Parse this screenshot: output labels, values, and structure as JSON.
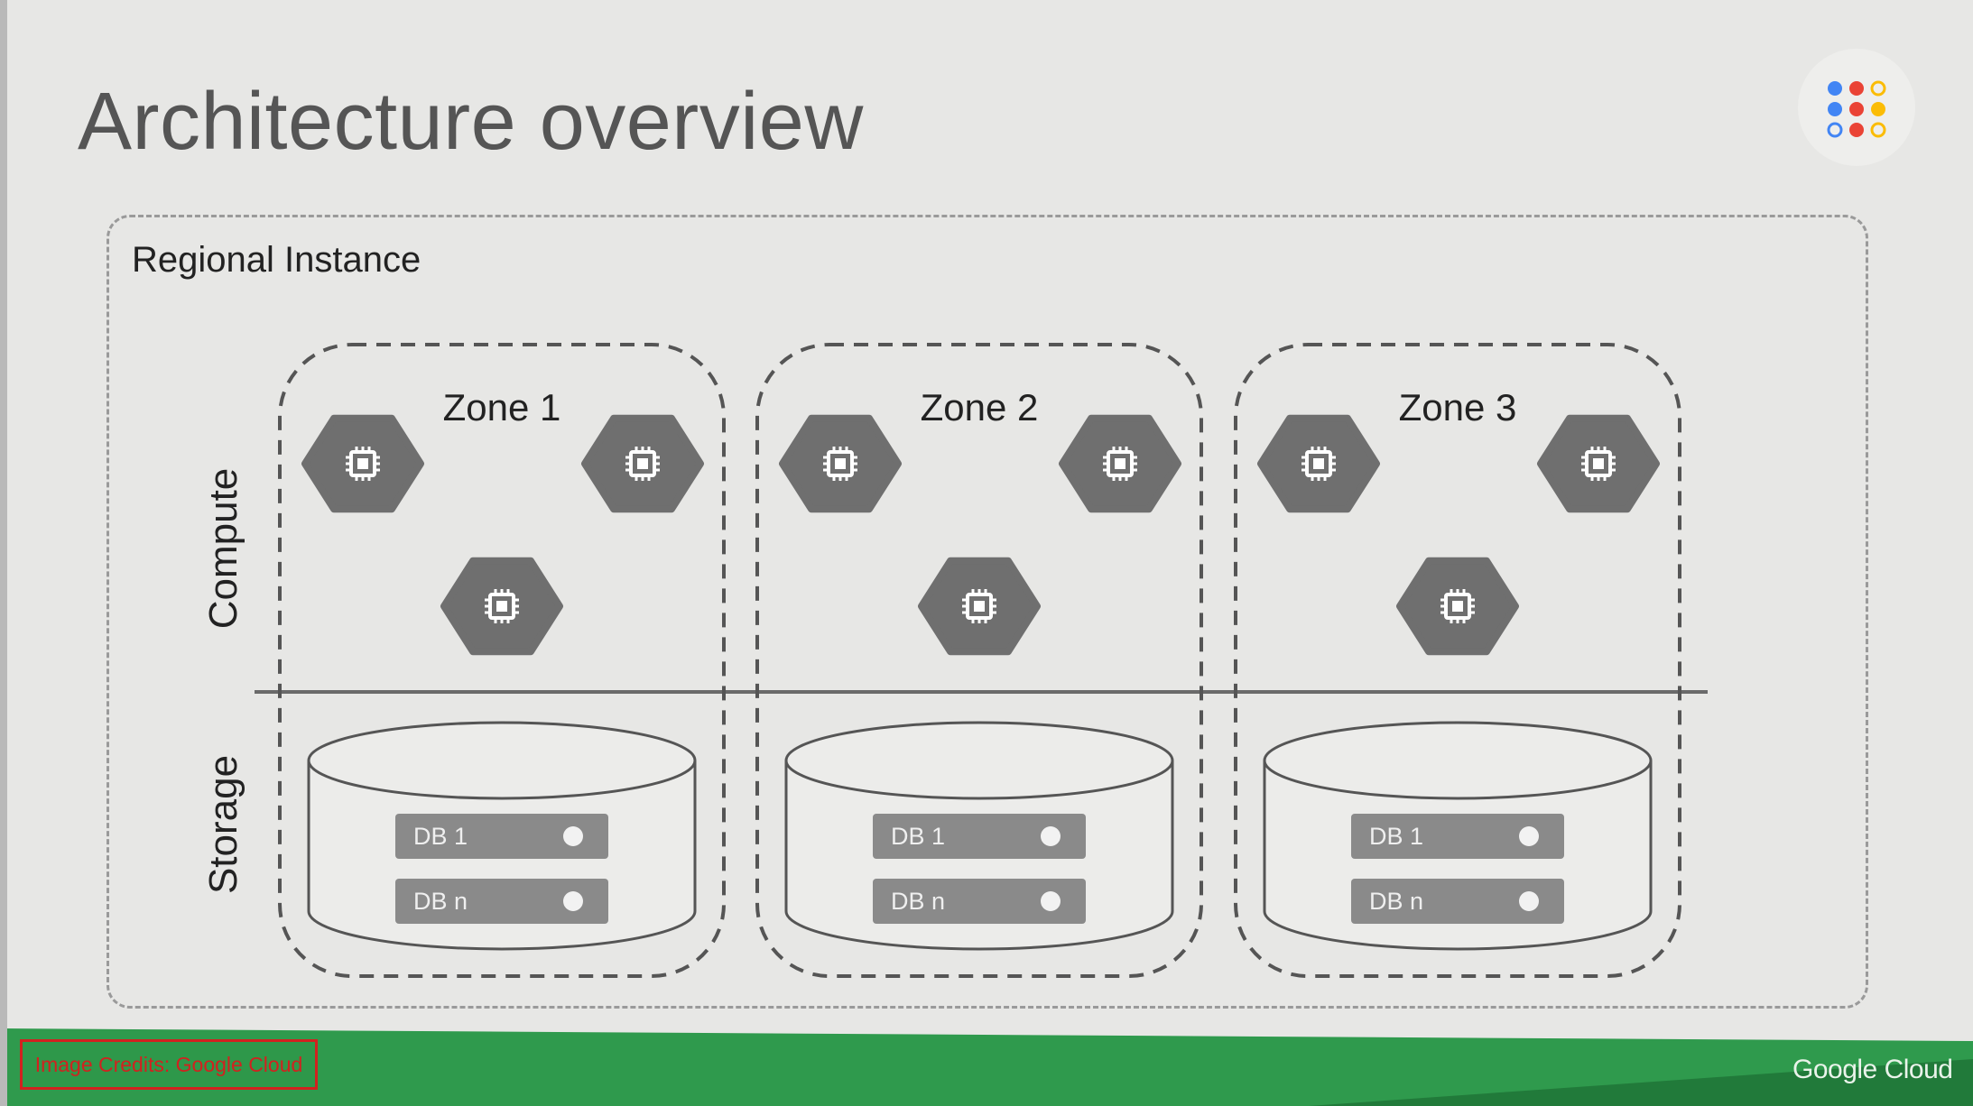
{
  "slide": {
    "title": "Architecture overview",
    "region_label": "Regional Instance",
    "layers": {
      "compute": "Compute",
      "storage": "Storage"
    },
    "zones": [
      {
        "label": "Zone 1",
        "dbs": [
          "DB 1",
          "DB n"
        ]
      },
      {
        "label": "Zone 2",
        "dbs": [
          "DB 1",
          "DB n"
        ]
      },
      {
        "label": "Zone 3",
        "dbs": [
          "DB 1",
          "DB n"
        ]
      }
    ],
    "credit": "Image Credits: Google Cloud",
    "brand": "Google Cloud"
  },
  "colors": {
    "hexagon": "#6f6f6f",
    "db_bar": "#8a8a8a",
    "green": "#2f9a4d",
    "credit_red": "#d2211f",
    "logo_dots": [
      "#4285f4",
      "#ea4335",
      "#fbbc05"
    ]
  }
}
